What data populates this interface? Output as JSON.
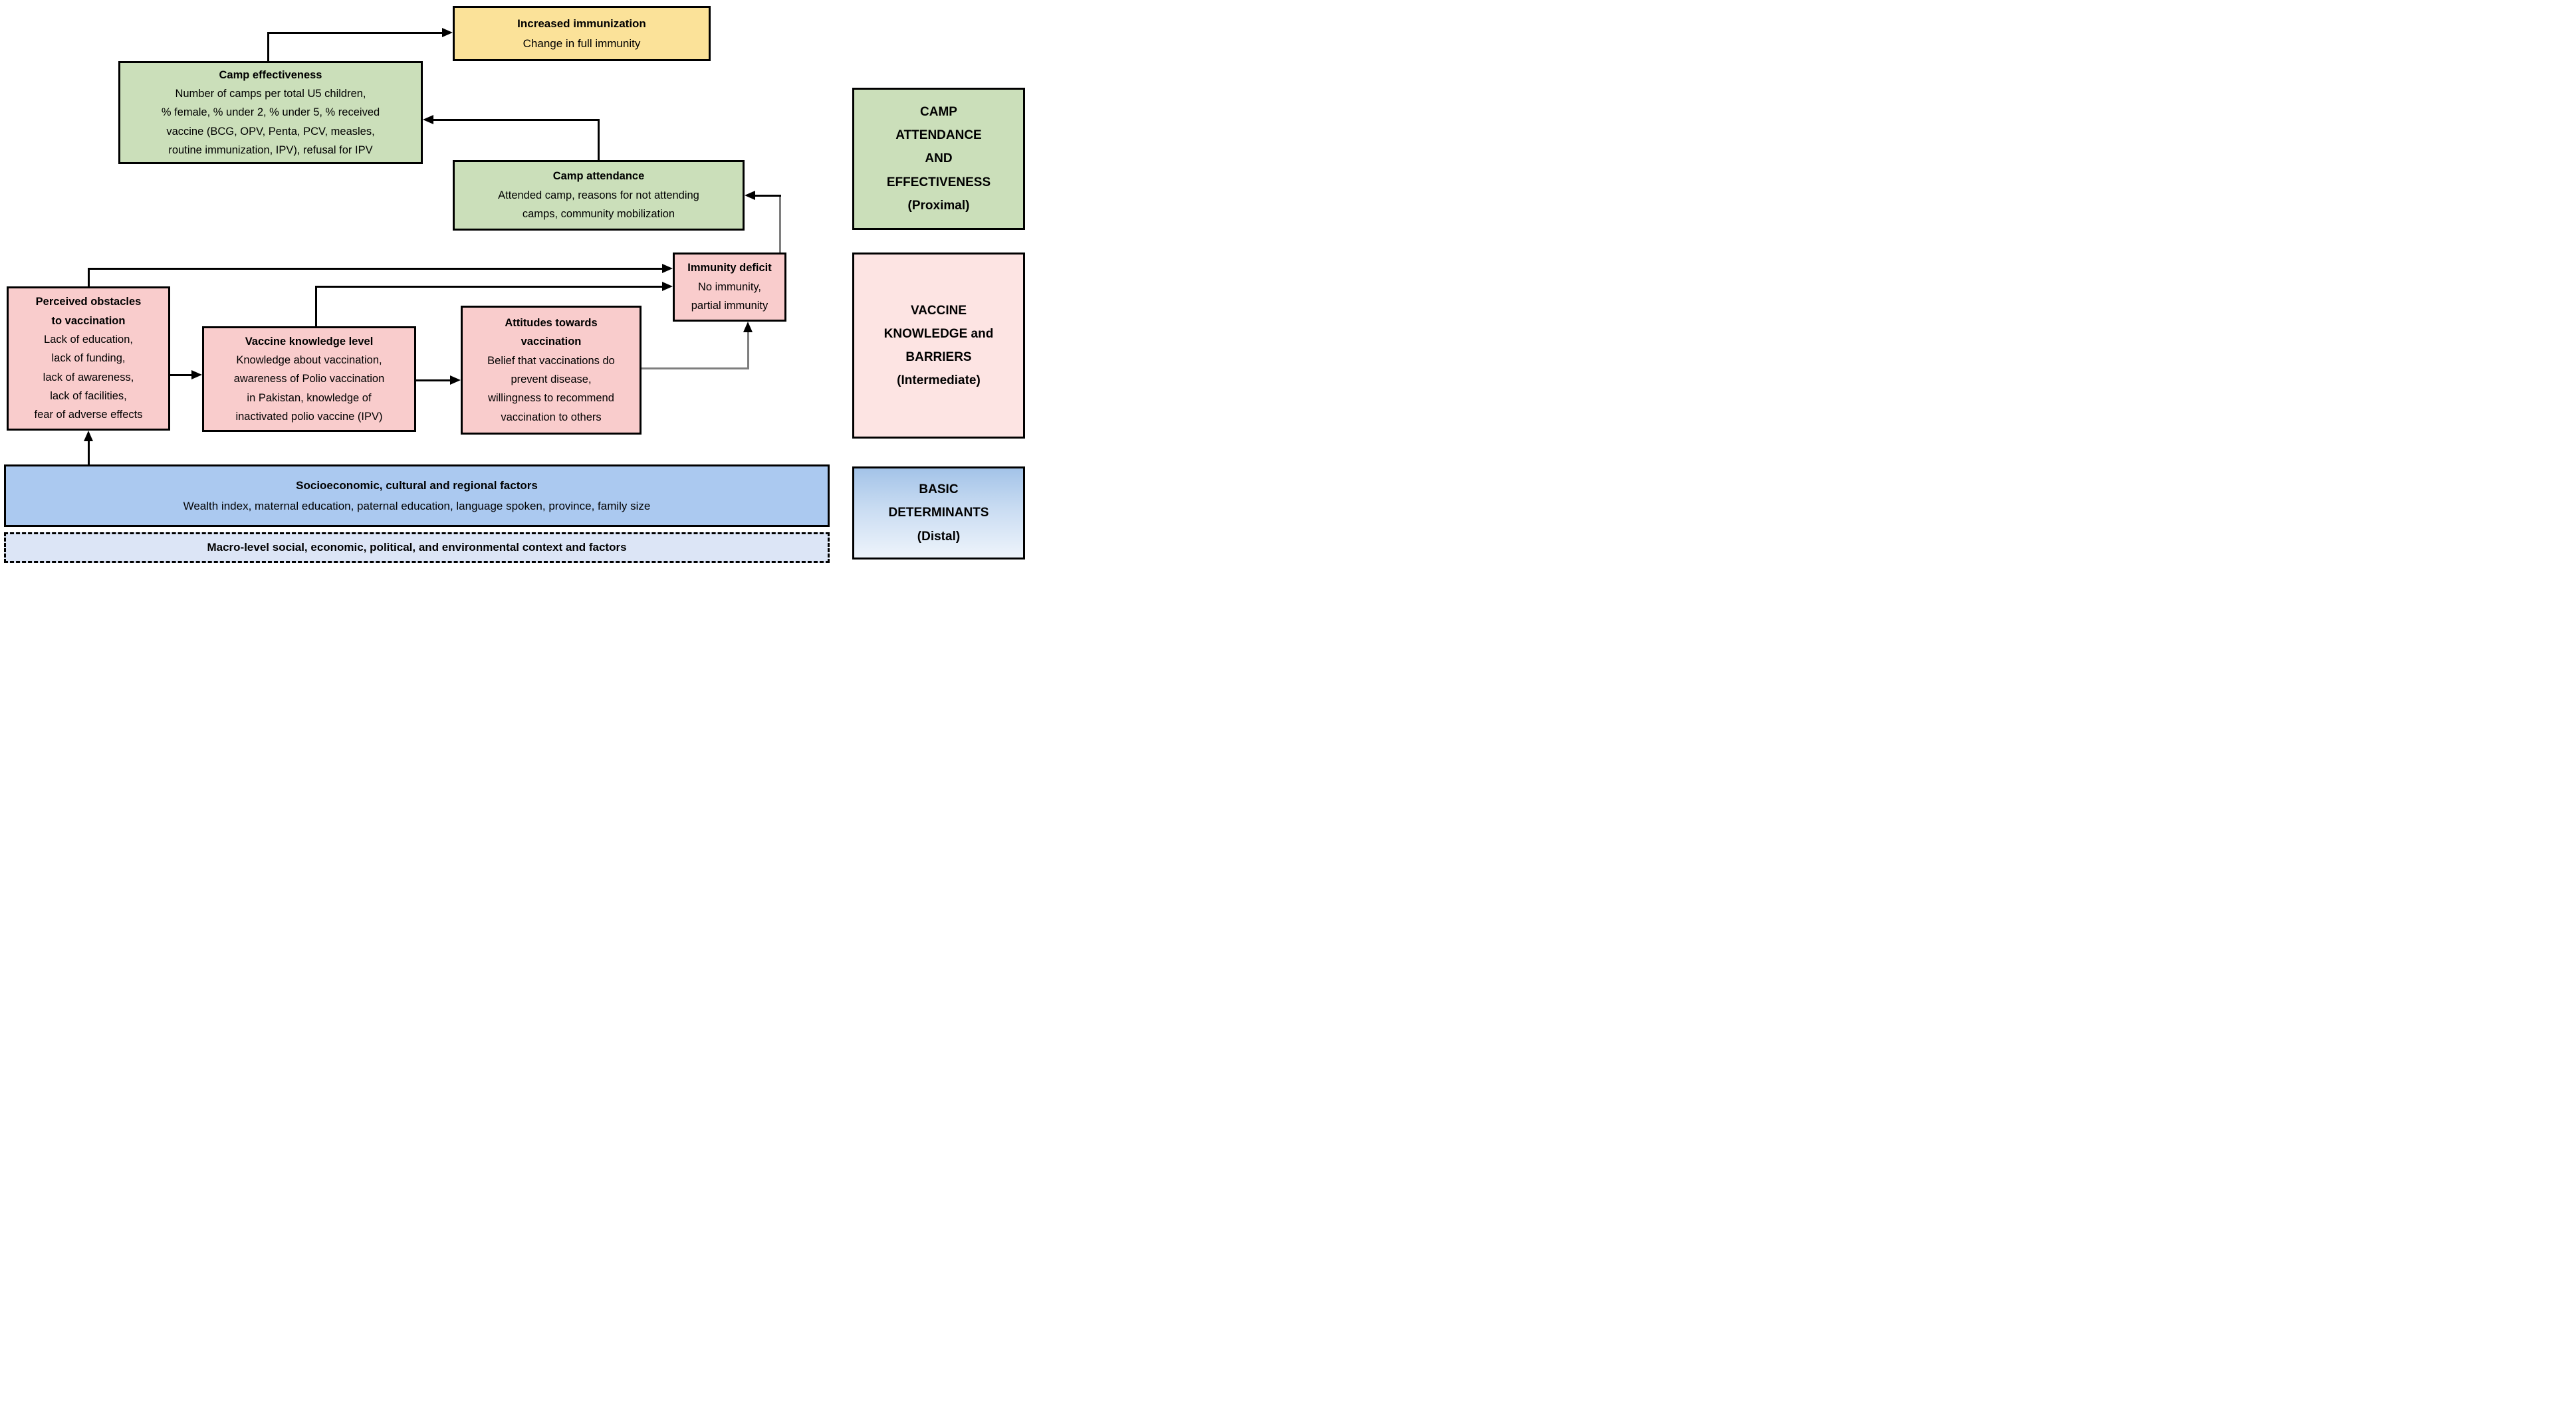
{
  "boxes": {
    "increased_immunization": {
      "title": "Increased immunization",
      "body": "Change in full immunity",
      "fill": "#FBE299"
    },
    "camp_effectiveness": {
      "title": "Camp effectiveness",
      "body": "Number of camps per total U5 children,\n% female, % under 2, % under 5, % received\nvaccine (BCG, OPV, Penta, PCV, measles,\nroutine immunization, IPV), refusal for IPV",
      "fill": "#CBDFBA"
    },
    "camp_attendance": {
      "title": "Camp attendance",
      "body": "Attended camp, reasons for not attending\ncamps, community mobilization",
      "fill": "#CBDFBA"
    },
    "immunity_deficit": {
      "title": "Immunity deficit",
      "body": "No immunity,\npartial immunity",
      "fill": "#F9CCCC"
    },
    "perceived_obstacles": {
      "title": "Perceived obstacles\nto vaccination",
      "body": "Lack of education,\nlack of funding,\nlack of awareness,\nlack of facilities,\nfear of adverse effects",
      "fill": "#F9CCCC"
    },
    "vaccine_knowledge": {
      "title": "Vaccine knowledge level",
      "body": "Knowledge about vaccination,\nawareness of Polio vaccination\nin Pakistan, knowledge of\ninactivated polio vaccine (IPV)",
      "fill": "#F9CCCC"
    },
    "attitudes": {
      "title": "Attitudes towards\nvaccination",
      "body": "Belief that vaccinations do\nprevent disease,\nwillingness to recommend\nvaccination to others",
      "fill": "#F9CCCC"
    },
    "socioeconomic": {
      "title": "Socioeconomic, cultural and regional factors",
      "body": "Wealth index, maternal education, paternal education, language spoken, province, family size",
      "fill": "#ABC9F0"
    },
    "macro_context": {
      "title": "Macro-level social, economic, political, and environmental context and factors",
      "fill": "#DCE5F6"
    }
  },
  "stage_labels": {
    "proximal": {
      "text": "CAMP\nATTENDANCE\nAND\nEFFECTIVENESS\n(Proximal)",
      "fill": "#CBDFBA"
    },
    "intermediate": {
      "text": "VACCINE\nKNOWLEDGE and\nBARRIERS\n(Intermediate)",
      "fill": "#FDE4E3"
    },
    "distal": {
      "text": "BASIC\nDETERMINANTS\n(Distal)",
      "fill_top": "#A3C3E8",
      "fill_bottom": "#EEF4FB"
    }
  },
  "edges": [
    {
      "from": "camp_effectiveness",
      "to": "increased_immunization"
    },
    {
      "from": "camp_attendance",
      "to": "camp_effectiveness"
    },
    {
      "from": "immunity_deficit",
      "to": "camp_attendance"
    },
    {
      "from": "perceived_obstacles",
      "to": "immunity_deficit"
    },
    {
      "from": "vaccine_knowledge",
      "to": "immunity_deficit"
    },
    {
      "from": "perceived_obstacles",
      "to": "vaccine_knowledge"
    },
    {
      "from": "vaccine_knowledge",
      "to": "attitudes"
    },
    {
      "from": "attitudes",
      "to": "immunity_deficit"
    },
    {
      "from": "socioeconomic",
      "to": "perceived_obstacles"
    }
  ],
  "colors": {
    "connector_black": "#000000",
    "connector_gray": "#7E7E7E",
    "border": "#000000",
    "background": "#FFFFFF"
  }
}
